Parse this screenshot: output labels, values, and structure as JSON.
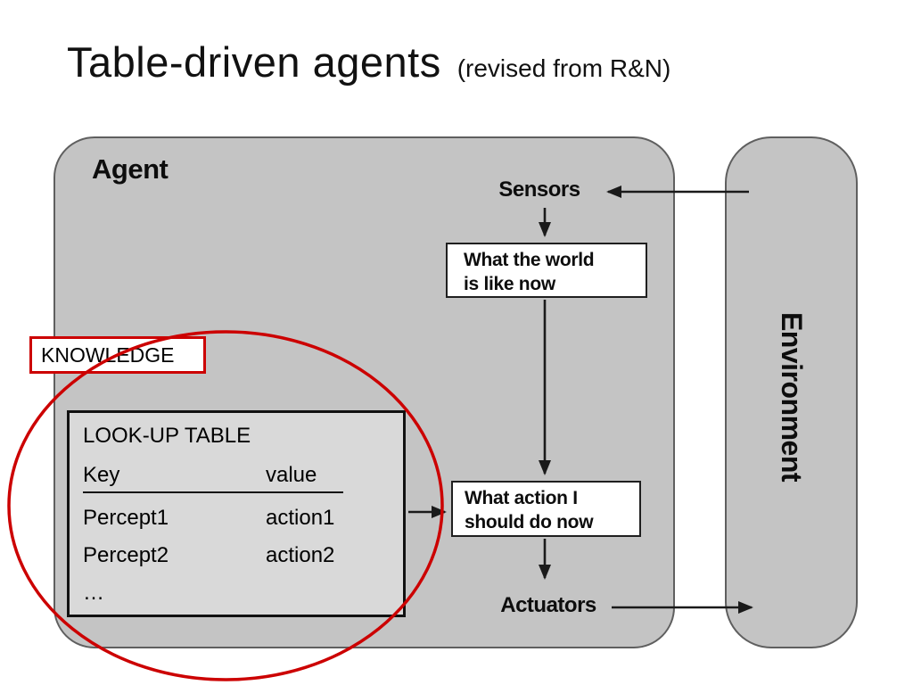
{
  "slide": {
    "title": "Table-driven agents",
    "subtitle": "(revised from R&N)"
  },
  "agent": {
    "label": "Agent"
  },
  "environment": {
    "label": "Environment"
  },
  "sensors": {
    "label": "Sensors"
  },
  "actuators": {
    "label": "Actuators"
  },
  "world_box": {
    "line1": "What the world",
    "line2": "is like now"
  },
  "action_box": {
    "line1": "What action I",
    "line2": "should do now"
  },
  "knowledge": {
    "label": "KNOWLEDGE"
  },
  "lookup_table": {
    "title": "LOOK-UP TABLE",
    "key_header": "Key",
    "value_header": "value",
    "rows": [
      {
        "key": "Percept1",
        "value": "action1"
      },
      {
        "key": "Percept2",
        "value": "action2"
      }
    ],
    "more": "…"
  },
  "colors": {
    "panel_gray": "#c4c4c4",
    "table_gray": "#d9d9d9",
    "highlight_red": "#cc0000",
    "line_black": "#1a1a1a"
  }
}
